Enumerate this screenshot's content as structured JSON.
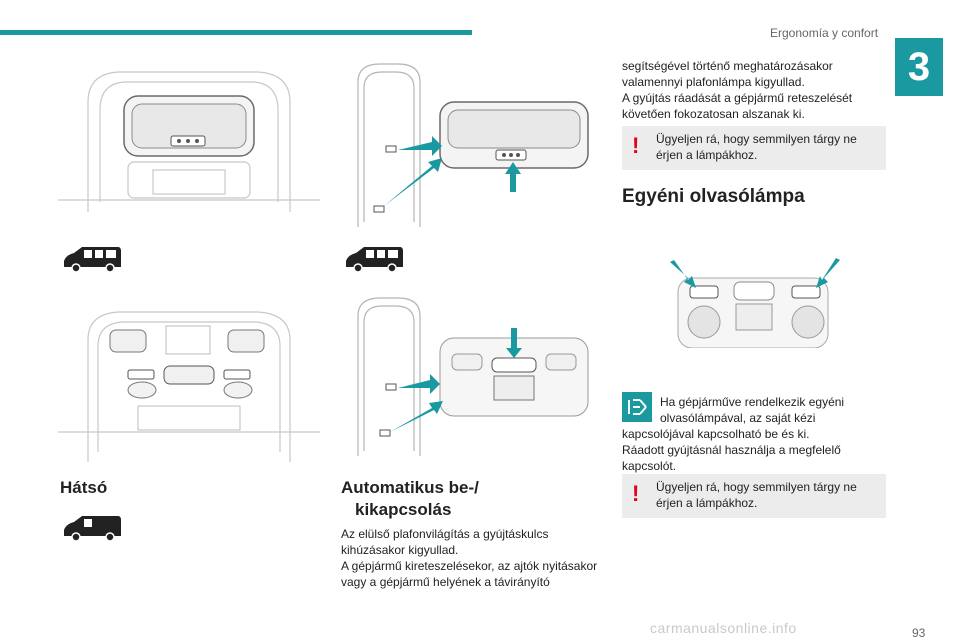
{
  "header": {
    "section_title": "Ergonomía y confort",
    "chapter_number": "3"
  },
  "left_column": {
    "heading": "Hátsó"
  },
  "middle_column": {
    "heading_line1": "Automatikus be-/",
    "heading_line2": "kikapcsolás",
    "paragraph_lines": [
      "Az elülső plafonvilágítás a gyújtáskulcs",
      "kihúzásakor kigyullad.",
      "A gépjármű kireteszelésekor, az ajtók nyitásakor",
      "vagy a gépjármű helyének a távirányító"
    ]
  },
  "right_column": {
    "paragraph_lines": [
      "segítségével történő meghatározásakor",
      "valamennyi plafonlámpa kigyullad.",
      "A gyújtás ráadását a gépjármű reteszelését",
      "követően fokozatosan alszanak ki."
    ],
    "warning_1": {
      "line1": "Ügyeljen rá, hogy semmilyen tárgy ne",
      "line2": "érjen a lámpákhoz."
    },
    "heading": "Egyéni olvasólámpa",
    "info_lines": [
      "Ha gépjárműve rendelkezik egyéni",
      "olvasólámpával, az saját kézi",
      "kapcsolójával kapcsolható be és ki.",
      "Ráadott gyújtásnál használja a megfelelő",
      "kapcsolót."
    ],
    "warning_2": {
      "line1": "Ügyeljen rá, hogy semmilyen tárgy ne",
      "line2": "érjen a lámpákhoz."
    }
  },
  "footer": {
    "page_number": "93",
    "watermark": "carmanualsonline.info"
  },
  "colors": {
    "accent": "#1a9aa0",
    "warning": "#e3001b",
    "note_bg": "#ececec"
  },
  "icons": {
    "warning": "exclamation-mark",
    "info": "info-lines-icon",
    "vehicle": "van-silhouette-icon"
  }
}
